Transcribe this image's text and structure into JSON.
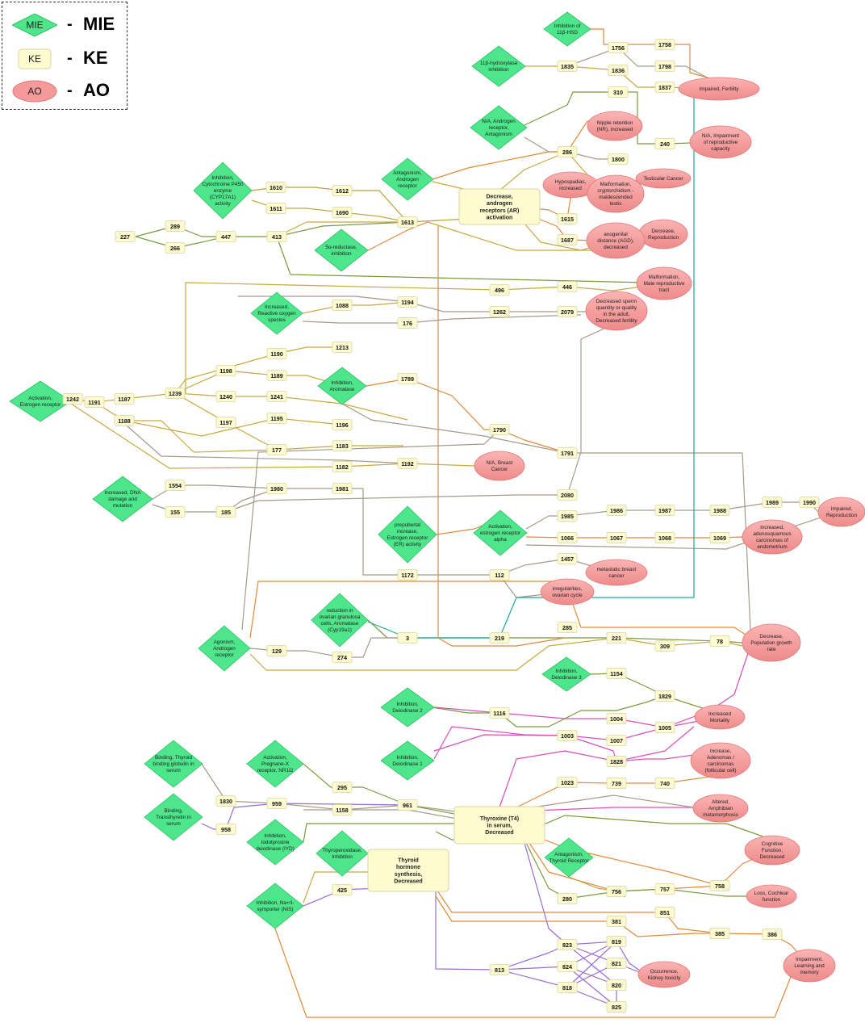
{
  "legend": {
    "mie": {
      "shape_text": "MIE",
      "label": "MIE"
    },
    "ke": {
      "shape_text": "KE",
      "label": "KE"
    },
    "ao": {
      "shape_text": "AO",
      "label": "AO"
    },
    "dash": "-"
  },
  "colors": {
    "mie_fill": "#4de68a",
    "ke_fill": "#fdfbcf",
    "ke_stroke": "#d8d4a0",
    "ao_fill": "#f59a9a",
    "hub_fill": "#fdfbcf"
  },
  "nodes": [
    {
      "id": "mie-11bhsd",
      "type": "mie",
      "lines": [
        "Inhibition of",
        "11β-HSD"
      ]
    },
    {
      "id": "mie-11bhyd",
      "type": "mie",
      "lines": [
        "11β-hydroxylase",
        "inhibition"
      ]
    },
    {
      "id": "mie-ar-antag-na",
      "type": "mie",
      "lines": [
        "N/A, Androgen",
        "receptor,",
        "Antagonism"
      ]
    },
    {
      "id": "mie-ar-antag",
      "type": "mie",
      "lines": [
        "Antagonism,",
        "Androgen",
        "receptor"
      ]
    },
    {
      "id": "mie-cyp17",
      "type": "mie",
      "lines": [
        "Inhibition,",
        "Cytochrome P450",
        "enzyme",
        "(CYP17A1)",
        "activity"
      ]
    },
    {
      "id": "mie-5a",
      "type": "mie",
      "lines": [
        "5α-reductase,",
        "inhibition"
      ]
    },
    {
      "id": "mie-ros",
      "type": "mie",
      "lines": [
        "Increased,",
        "Reactive oxygen",
        "species"
      ]
    },
    {
      "id": "mie-er-act",
      "type": "mie",
      "lines": [
        "Activation,",
        "Estrogen receptor"
      ]
    },
    {
      "id": "mie-aromatase",
      "type": "mie",
      "lines": [
        "Inhibition,",
        "Aromatase"
      ]
    },
    {
      "id": "mie-dna",
      "type": "mie",
      "lines": [
        "Increased, DNA",
        "damage and",
        "mutation"
      ]
    },
    {
      "id": "mie-prepub",
      "type": "mie",
      "lines": [
        "prepubertal",
        "increase,",
        "Estrogen receptor",
        "(ER) activity"
      ]
    },
    {
      "id": "mie-era",
      "type": "mie",
      "lines": [
        "Activation,",
        "estrogen receptor",
        "alpha"
      ]
    },
    {
      "id": "mie-granulosa",
      "type": "mie",
      "lines": [
        "reduction in",
        "ovarian granulosa",
        "cells, Aromatase",
        "(Cyp19a1)"
      ]
    },
    {
      "id": "mie-ar-agon",
      "type": "mie",
      "lines": [
        "Agonism,",
        "Androgen",
        "receptor"
      ]
    },
    {
      "id": "mie-dio3",
      "type": "mie",
      "lines": [
        "Inhibition,",
        "Deiodinase 3"
      ]
    },
    {
      "id": "mie-dio2",
      "type": "mie",
      "lines": [
        "Inhibition,",
        "Deiodinase 2"
      ]
    },
    {
      "id": "mie-dio1",
      "type": "mie",
      "lines": [
        "Inhibition,",
        "Deiodinase 1"
      ]
    },
    {
      "id": "mie-tbg",
      "type": "mie",
      "lines": [
        "Binding, Thyroid",
        "binding globulin in",
        "serum"
      ]
    },
    {
      "id": "mie-pxr",
      "type": "mie",
      "lines": [
        "Activation,",
        "Pregnane-X",
        "receptor, NR1I2"
      ]
    },
    {
      "id": "mie-ttr",
      "type": "mie",
      "lines": [
        "Binding,",
        "Transthyretin in",
        "serum"
      ]
    },
    {
      "id": "mie-iyd",
      "type": "mie",
      "lines": [
        "Inhibition,",
        "Iodotyrosine",
        "deiodinase (IYD)"
      ]
    },
    {
      "id": "mie-tpo",
      "type": "mie",
      "lines": [
        "Thyroperoxidase,",
        "Inhibition"
      ]
    },
    {
      "id": "mie-nis",
      "type": "mie",
      "lines": [
        "Inhibition, Na+/I-",
        "symporter (NIS)"
      ]
    },
    {
      "id": "mie-tr",
      "type": "mie",
      "lines": [
        "Antagonism,",
        "Thyroid Receptor"
      ]
    },
    {
      "id": "hub-ar",
      "type": "hub",
      "lines": [
        "Decrease,",
        "androgen",
        "receptors (AR)",
        "activation"
      ]
    },
    {
      "id": "hub-t4",
      "type": "hub",
      "lines": [
        "Thyroxine (T4)",
        "in serum,",
        "Decreased"
      ]
    },
    {
      "id": "hub-th",
      "type": "hub",
      "lines": [
        "Thyroid",
        "hormone",
        "synthesis,",
        "Decreased"
      ]
    },
    {
      "id": "ao-fertility",
      "type": "ao",
      "lines": [
        "Impaired, Fertility"
      ]
    },
    {
      "id": "ao-nipple",
      "type": "ao",
      "lines": [
        "Nipple retention",
        "(NR), increased"
      ]
    },
    {
      "id": "ao-repro-cap",
      "type": "ao",
      "lines": [
        "N/A, Impairment",
        "of reproductive",
        "capacity"
      ]
    },
    {
      "id": "ao-hypospadias",
      "type": "ao",
      "lines": [
        "Hypospadias,",
        "increased"
      ]
    },
    {
      "id": "ao-testicular",
      "type": "ao",
      "lines": [
        "Testicular Cancer"
      ]
    },
    {
      "id": "ao-crypt",
      "type": "ao",
      "lines": [
        "Malformation,",
        "cryptorchidism -",
        "maldescended",
        "testis"
      ]
    },
    {
      "id": "ao-decrease-repro",
      "type": "ao",
      "lines": [
        "Decrease,",
        "Reproduction"
      ]
    },
    {
      "id": "ao-agd",
      "type": "ao",
      "lines": [
        "anogenital",
        "distance (AGD),",
        "decreased"
      ]
    },
    {
      "id": "ao-male-tract",
      "type": "ao",
      "lines": [
        "Malformation,",
        "Male reproductive",
        "tract"
      ]
    },
    {
      "id": "ao-sperm",
      "type": "ao",
      "lines": [
        "Decreased sperm",
        "quantity or quality",
        "in the adult,",
        "Decreased fertility"
      ]
    },
    {
      "id": "ao-breast",
      "type": "ao",
      "lines": [
        "N/A, Breast",
        "Cancer"
      ]
    },
    {
      "id": "ao-impaired-repro",
      "type": "ao",
      "lines": [
        "Impaired,",
        "Reproduction"
      ]
    },
    {
      "id": "ao-adeno",
      "type": "ao",
      "lines": [
        "Increased,",
        "adenosquamous",
        "carcinomas of",
        "endometrium"
      ]
    },
    {
      "id": "ao-metastatic",
      "type": "ao",
      "lines": [
        "metastatic breast",
        "cancer"
      ]
    },
    {
      "id": "ao-ovarian",
      "type": "ao",
      "lines": [
        "irregularities,",
        "ovarian cycle"
      ]
    },
    {
      "id": "ao-population",
      "type": "ao",
      "lines": [
        "Decrease,",
        "Population growth",
        "rate"
      ]
    },
    {
      "id": "ao-mortality",
      "type": "ao",
      "lines": [
        "Increased",
        "Mortality"
      ]
    },
    {
      "id": "ao-adenomas",
      "type": "ao",
      "lines": [
        "Increase,",
        "Adenomas /",
        "carcinomas",
        "(follicular cell)"
      ]
    },
    {
      "id": "ao-amphibian",
      "type": "ao",
      "lines": [
        "Altered,",
        "Amphibian",
        "metamorphosis"
      ]
    },
    {
      "id": "ao-cognitive",
      "type": "ao",
      "lines": [
        "Cognitive",
        "Function,",
        "Decreased"
      ]
    },
    {
      "id": "ao-cochlear",
      "type": "ao",
      "lines": [
        "Loss, Cochlear",
        "function"
      ]
    },
    {
      "id": "ao-learning",
      "type": "ao",
      "lines": [
        "Impairment,",
        "Learning and",
        "memory"
      ]
    },
    {
      "id": "ao-kidney",
      "type": "ao",
      "lines": [
        "Occurrence,",
        "Kidney toxicity"
      ]
    }
  ],
  "ke_labels": [
    "1758",
    "1756",
    "1798",
    "1835",
    "1836",
    "1837",
    "310",
    "240",
    "286",
    "1800",
    "1610",
    "1612",
    "1611",
    "1690",
    "1613",
    "1615",
    "1687",
    "227",
    "289",
    "266",
    "447",
    "413",
    "496",
    "446",
    "1088",
    "1194",
    "1262",
    "2079",
    "176",
    "1190",
    "1213",
    "1198",
    "1189",
    "1789",
    "1242",
    "1191",
    "1187",
    "1239",
    "1240",
    "1241",
    "1188",
    "1195",
    "1196",
    "1197",
    "1790",
    "177",
    "1183",
    "1182",
    "1192",
    "1791",
    "1554",
    "1980",
    "1981",
    "155",
    "185",
    "2080",
    "1985",
    "1986",
    "1987",
    "1988",
    "1989",
    "1990",
    "1066",
    "1067",
    "1068",
    "1069",
    "1457",
    "1172",
    "112",
    "285",
    "3",
    "219",
    "221",
    "309",
    "78",
    "129",
    "274",
    "1154",
    "1829",
    "1116",
    "1004",
    "1003",
    "1005",
    "1007",
    "1828",
    "1023",
    "739",
    "740",
    "1830",
    "959",
    "961",
    "295",
    "958",
    "1158",
    "756",
    "757",
    "758",
    "280",
    "425",
    "851",
    "381",
    "385",
    "386",
    "823",
    "819",
    "821",
    "824",
    "818",
    "820",
    "825",
    "813"
  ]
}
